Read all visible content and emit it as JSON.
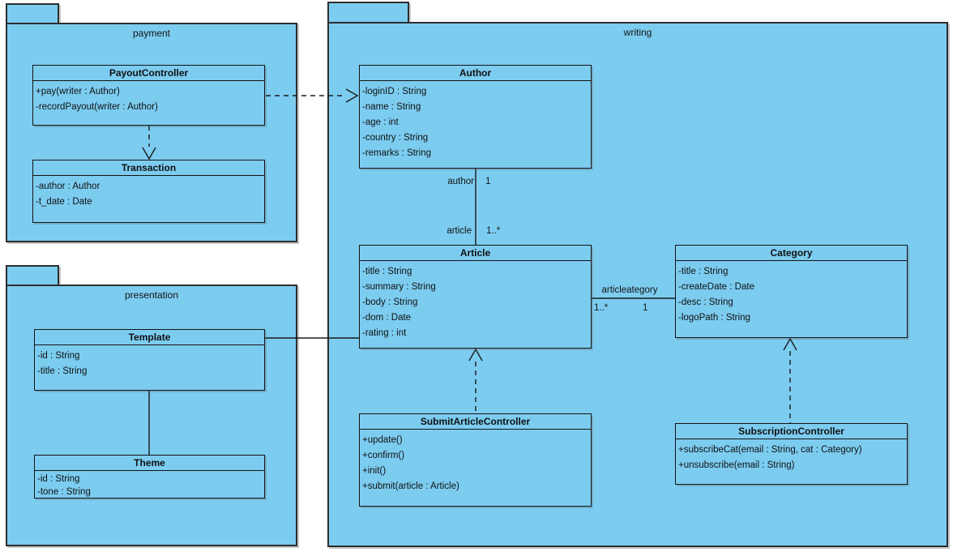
{
  "packages": [
    {
      "name": "payment"
    },
    {
      "name": "presentation"
    },
    {
      "name": "writing"
    }
  ],
  "classes": [
    {
      "name": "PayoutController",
      "members": [
        "+pay(writer : Author)",
        "-recordPayout(writer : Author)"
      ]
    },
    {
      "name": "Transaction",
      "members": [
        "-author : Author",
        "-t_date : Date"
      ]
    },
    {
      "name": "Template",
      "members": [
        "-id : String",
        "-title : String"
      ]
    },
    {
      "name": "Theme",
      "members": [
        "-id : String",
        "-tone : String"
      ]
    },
    {
      "name": "Author",
      "members": [
        "-loginID : String",
        "-name : String",
        "-age : int",
        "-country : String",
        "-remarks : String"
      ]
    },
    {
      "name": "Article",
      "members": [
        "-title : String",
        "-summary : String",
        "-body : String",
        "-dom : Date",
        "-rating : int"
      ]
    },
    {
      "name": "Category",
      "members": [
        "-title : String",
        "-createDate : Date",
        "-desc : String",
        "-logoPath : String"
      ]
    },
    {
      "name": "SubmitArticleController",
      "members": [
        "+update()",
        "+confirm()",
        "+init()",
        "+submit(article : Article)"
      ]
    },
    {
      "name": "SubscriptionController",
      "members": [
        "+subscribeCat(email : String, cat : Category)",
        "+unsubscribe(email : String)"
      ]
    }
  ],
  "associations": {
    "author_article": {
      "role_author": "author",
      "mult_author": "1",
      "role_article": "article",
      "mult_article": "1..*"
    },
    "article_category": {
      "label": "articleategory",
      "mult_article": "1..*",
      "mult_category": "1"
    }
  },
  "colors": {
    "shape_fill": "#7cccf0",
    "border": "#2e2e2e",
    "text": "#141414"
  }
}
